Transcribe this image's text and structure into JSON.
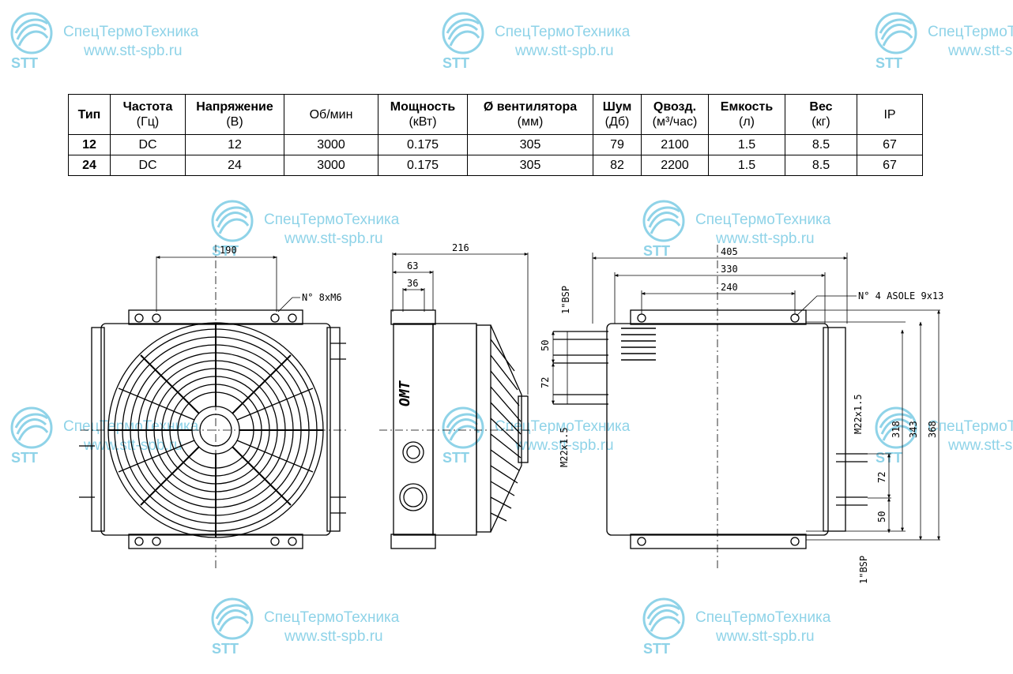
{
  "watermark": {
    "company": "СпецТермоТехника",
    "url": "www.stt-spb.ru",
    "logo_text": "STT",
    "color": "#8fd3e8"
  },
  "table": {
    "headers": [
      {
        "title": "Тип",
        "unit": ""
      },
      {
        "title": "Частота",
        "unit": "(Гц)"
      },
      {
        "title": "Напряжение",
        "unit": "(В)"
      },
      {
        "title": "",
        "unit": "Об/мин"
      },
      {
        "title": "Мощность",
        "unit": "(кВт)"
      },
      {
        "title": "Ø вентилятора",
        "unit": "(мм)"
      },
      {
        "title": "Шум",
        "unit": "(Дб)"
      },
      {
        "title": "Qвозд.",
        "unit": "(м³/час)"
      },
      {
        "title": "Емкость",
        "unit": "(л)"
      },
      {
        "title": "Вес",
        "unit": "(кг)"
      },
      {
        "title": "",
        "unit": "IP"
      }
    ],
    "rows": [
      [
        "12",
        "DC",
        "12",
        "3000",
        "0.175",
        "305",
        "79",
        "2100",
        "1.5",
        "8.5",
        "67"
      ],
      [
        "24",
        "DC",
        "24",
        "3000",
        "0.175",
        "305",
        "82",
        "2200",
        "1.5",
        "8.5",
        "67"
      ]
    ]
  },
  "drawing": {
    "front": {
      "dim_width": "190",
      "holes_note": "N° 8xM6"
    },
    "side": {
      "dim_depth": "216",
      "dim_63": "63",
      "dim_36": "36",
      "brand": "OMT"
    },
    "rear": {
      "dim_405": "405",
      "dim_330": "330",
      "dim_240": "240",
      "holes_note": "N° 4 ASOLE 9x13",
      "dim_50_top": "50",
      "dim_72_top": "72",
      "port_top_bsp": "1\"BSP",
      "port_top_m22": "M22x1.5",
      "dim_318": "318",
      "dim_343": "343",
      "dim_368": "368",
      "port_bottom_m22": "M22x1.5",
      "dim_72_bottom": "72",
      "dim_50_bottom": "50",
      "port_bottom_bsp": "1\"BSP"
    }
  }
}
